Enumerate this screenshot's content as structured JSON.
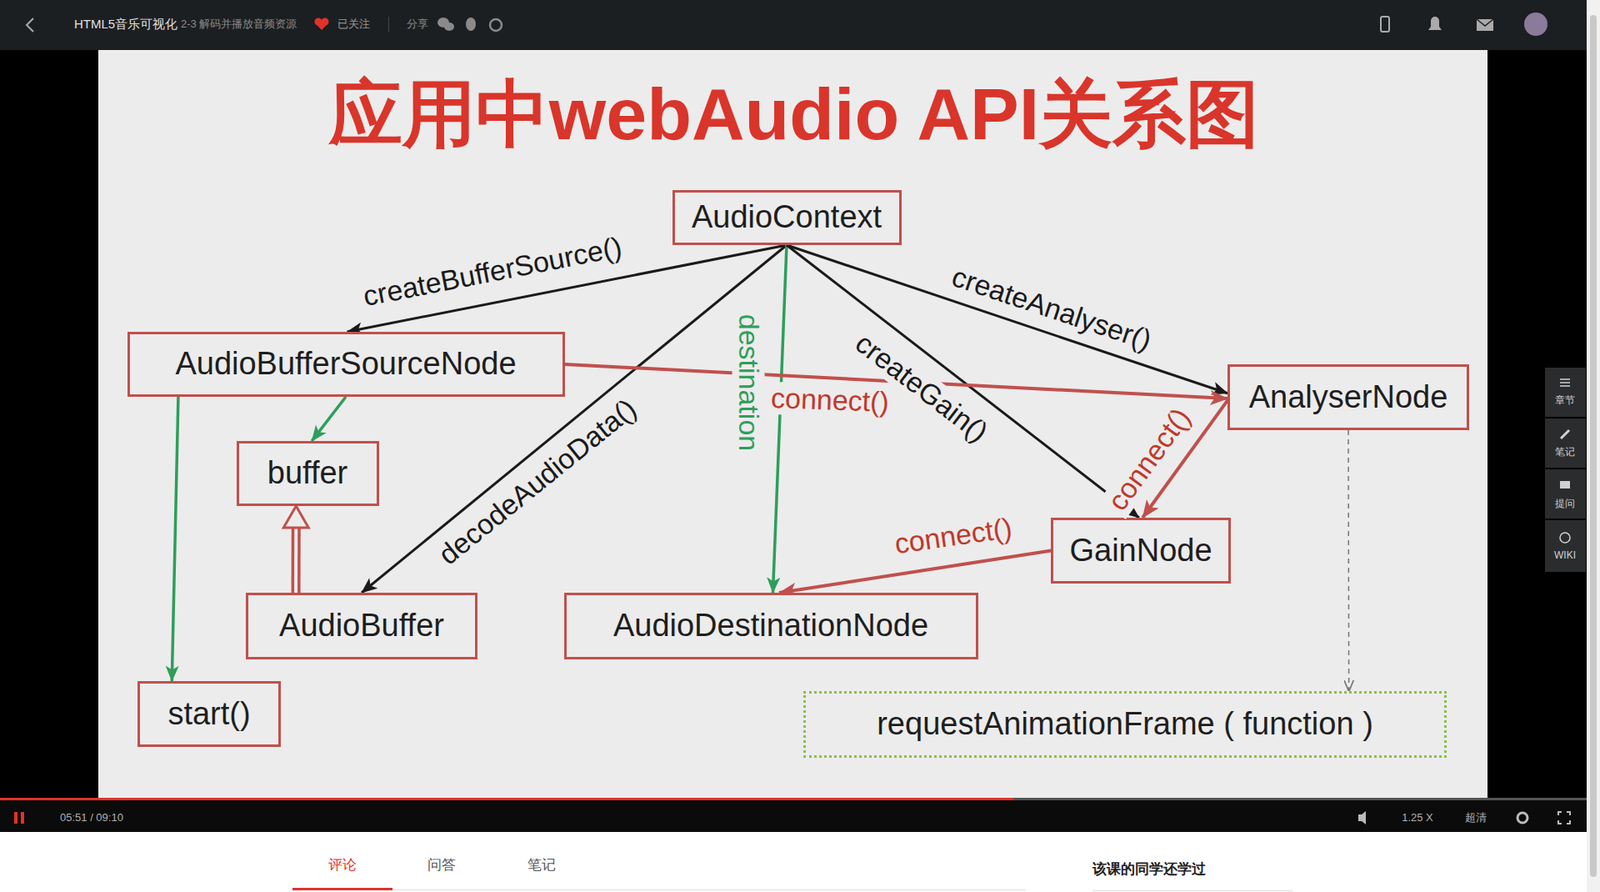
{
  "diagram": {
    "title": "应用中webAudio API关系图",
    "nodes": [
      {
        "text": [
          "AudioContext"
        ]
      },
      {
        "text": [
          "AudioBufferSourceNode"
        ]
      },
      {
        "text": [
          "AnalyserNode"
        ]
      },
      {
        "text": [
          "buffer"
        ]
      },
      {
        "text": [
          "GainNode"
        ]
      },
      {
        "text": [
          "AudioBuffer"
        ]
      },
      {
        "text": [
          "AudioDestinationNode"
        ]
      },
      {
        "text": [
          "start()"
        ]
      },
      {
        "text": [
          "requestAnimationFrame ( function )"
        ]
      }
    ],
    "edges": [
      {
        "from": 0,
        "to": 1,
        "label": "createBufferSource()",
        "arrow": "to"
      },
      {
        "from": 0,
        "to": 5,
        "label": "decodeAudioData()",
        "arrow": "to"
      },
      {
        "from": 0,
        "to": 6,
        "label": "destination",
        "arrow": "to"
      },
      {
        "from": 0,
        "to": 4,
        "label": "createGain()",
        "arrow": "to"
      },
      {
        "from": 0,
        "to": 2,
        "label": "createAnalyser()",
        "arrow": "to"
      },
      {
        "from": 1,
        "to": 2,
        "label": "connect()",
        "arrow": "to"
      },
      {
        "from": 2,
        "to": 4,
        "label": "connect()",
        "arrow": "to"
      },
      {
        "from": 4,
        "to": 6,
        "label": "connect()",
        "arrow": "to"
      },
      {
        "from": 1,
        "to": 3,
        "arrow": "to"
      },
      {
        "from": 1,
        "to": 7,
        "arrow": "to"
      },
      {
        "from": 5,
        "to": 3,
        "arrow": "to"
      },
      {
        "from": 2,
        "to": 8,
        "arrow": "to"
      }
    ],
    "labels": [
      "HTML5音乐可视化",
      "2-3 解码并播放音频资源",
      "已关注",
      "分享",
      "05:51 / 09:10",
      "1.25 X",
      "超清",
      "评论",
      "问答",
      "笔记",
      "该课的同学还学过",
      "章节",
      "笔记",
      "提问",
      "WIKI"
    ]
  }
}
